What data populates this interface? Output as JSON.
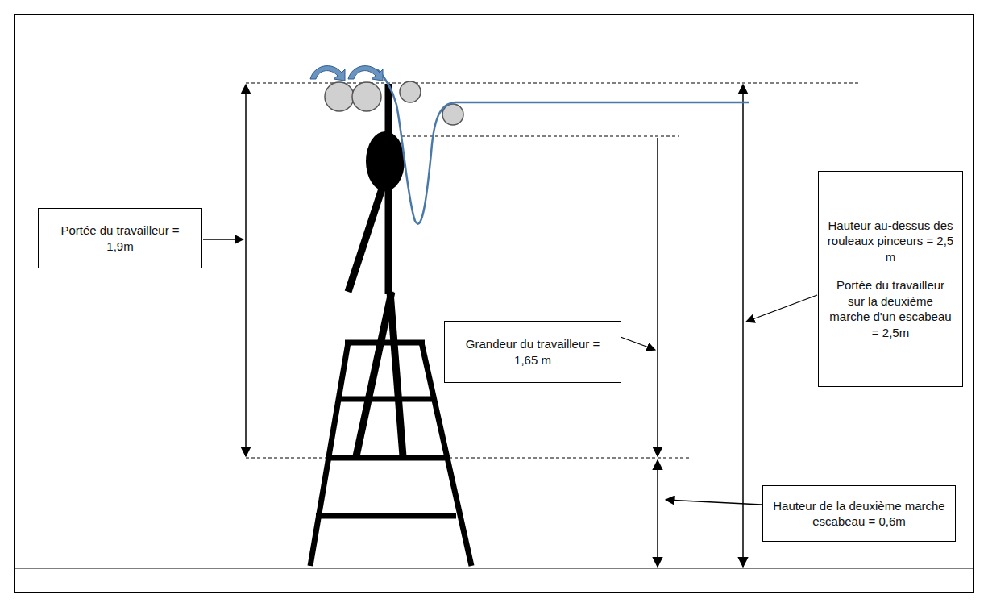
{
  "diagram": {
    "nodes": [
      {
        "text": [
          "Portée du travailleur = 1,9m"
        ]
      },
      {
        "text": [
          "Grandeur du travailleur = 1,65 m"
        ]
      },
      {
        "text": [
          "Hauteur au-dessus des rouleaux pinceurs = 2,5 m",
          "Portée du travailleur sur la deuxième marche d'un escabeau = 2,5m"
        ]
      },
      {
        "text": [
          "Hauteur de la deuxième marche escabeau = 0,6m"
        ]
      }
    ]
  }
}
